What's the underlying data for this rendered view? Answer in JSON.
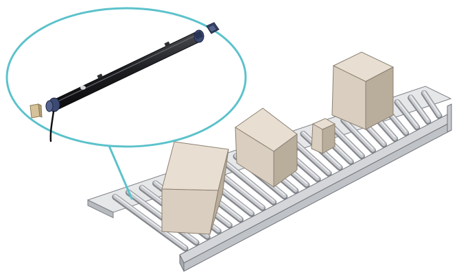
{
  "colors": {
    "callout_outline": "#5bc2cb",
    "rail_light": "#e6e7e9",
    "rail_mid": "#cbcdd1",
    "rail_dark": "#9b9ea4",
    "roller": "#c9cbcf",
    "roller_shadow": "#8f9297",
    "box_top": "#e8dfd2",
    "box_left": "#d9cebf",
    "box_right": "#b9ad9c",
    "tube_body": "#1e1f22",
    "tube_cap": "#3c4a73",
    "bracket": "#d6c29a"
  },
  "illustration": {
    "subject": "conveyor-with-boxes",
    "callout_part": "light-curtain-sensor-bar",
    "box_count": 4
  }
}
